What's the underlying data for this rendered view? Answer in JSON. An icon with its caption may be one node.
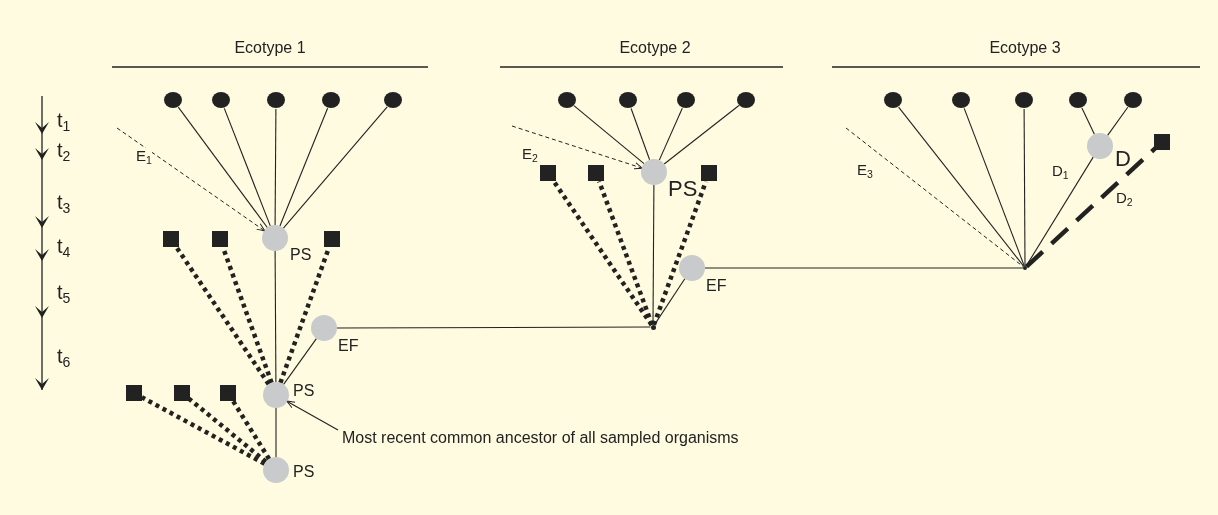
{
  "diagram": {
    "nodes": [
      {
        "text": [],
        "shape": "circle"
      },
      {
        "text": [],
        "shape": "circle"
      },
      {
        "text": [],
        "shape": "circle"
      },
      {
        "text": [],
        "shape": "circle"
      },
      {
        "text": [],
        "shape": "circle"
      },
      {
        "text": [],
        "shape": "circle"
      },
      {
        "text": [],
        "shape": "circle"
      },
      {
        "text": [],
        "shape": "circle"
      },
      {
        "text": [],
        "shape": "circle"
      },
      {
        "text": [],
        "shape": "circle"
      },
      {
        "text": [],
        "shape": "circle"
      },
      {
        "text": [],
        "shape": "circle"
      },
      {
        "text": [],
        "shape": "circle"
      },
      {
        "text": [],
        "shape": "circle"
      },
      {
        "text": [
          "D"
        ]
      },
      {
        "text": [],
        "shape": "box"
      },
      {
        "text": [
          "PS"
        ]
      },
      {
        "text": [],
        "shape": "box"
      },
      {
        "text": [],
        "shape": "box"
      },
      {
        "text": [],
        "shape": "box"
      },
      {
        "text": [
          "PS"
        ]
      },
      {
        "text": [],
        "shape": "box"
      },
      {
        "text": [],
        "shape": "box"
      },
      {
        "text": [],
        "shape": "box"
      },
      {
        "text": [
          "EF"
        ]
      },
      {
        "text": [],
        "shape": "dot"
      },
      {
        "text": [
          "EF"
        ]
      },
      {
        "text": [],
        "shape": "dot"
      },
      {
        "text": [
          "PS"
        ]
      },
      {
        "text": [],
        "shape": "box"
      },
      {
        "text": [],
        "shape": "box"
      },
      {
        "text": [],
        "shape": "box"
      },
      {
        "text": [
          "PS"
        ]
      },
      {
        "text": [
          "Most recent common ancestor of all sampled organisms"
        ]
      }
    ],
    "edges": [
      {
        "from": 20,
        "to": 0,
        "arrow": "none"
      },
      {
        "from": 20,
        "to": 1,
        "arrow": "none"
      },
      {
        "from": 20,
        "to": 2,
        "arrow": "none"
      },
      {
        "from": 20,
        "to": 3,
        "arrow": "none"
      },
      {
        "from": 20,
        "to": 4,
        "arrow": "none"
      },
      {
        "from": null,
        "to": 20,
        "arrow": "to",
        "style": "dashed",
        "label": "E$_{1}$"
      },
      {
        "from": 28,
        "to": 20,
        "arrow": "none"
      },
      {
        "from": 28,
        "to": 21,
        "arrow": "none",
        "style": "dashed"
      },
      {
        "from": 28,
        "to": 22,
        "arrow": "none",
        "style": "dashed"
      },
      {
        "from": 28,
        "to": 23,
        "arrow": "none",
        "style": "dashed"
      },
      {
        "from": 28,
        "to": 26,
        "arrow": "none"
      },
      {
        "from": 26,
        "to": 27,
        "arrow": "none"
      },
      {
        "from": 32,
        "to": 28,
        "arrow": "none"
      },
      {
        "from": 32,
        "to": 29,
        "arrow": "none",
        "style": "dashed"
      },
      {
        "from": 32,
        "to": 30,
        "arrow": "none",
        "style": "dashed"
      },
      {
        "from": 32,
        "to": 31,
        "arrow": "none",
        "style": "dashed"
      },
      {
        "from": 16,
        "to": 5,
        "arrow": "none"
      },
      {
        "from": 16,
        "to": 6,
        "arrow": "none"
      },
      {
        "from": 16,
        "to": 7,
        "arrow": "none"
      },
      {
        "from": 16,
        "to": 8,
        "arrow": "none"
      },
      {
        "from": null,
        "to": 16,
        "arrow": "to",
        "style": "dashed",
        "label": "E$_{2}$"
      },
      {
        "from": 27,
        "to": 16,
        "arrow": "none"
      },
      {
        "from": 27,
        "to": 17,
        "arrow": "none",
        "style": "dashed"
      },
      {
        "from": 27,
        "to": 18,
        "arrow": "none",
        "style": "dashed"
      },
      {
        "from": 27,
        "to": 19,
        "arrow": "none",
        "style": "dashed"
      },
      {
        "from": 27,
        "to": 24,
        "arrow": "none"
      },
      {
        "from": 24,
        "to": 25,
        "arrow": "none"
      },
      {
        "from": 25,
        "to": 9,
        "arrow": "none"
      },
      {
        "from": 25,
        "to": 10,
        "arrow": "none"
      },
      {
        "from": 25,
        "to": 11,
        "arrow": "none"
      },
      {
        "from": 25,
        "to": 14,
        "arrow": "none",
        "label": "D$_{1}$"
      },
      {
        "from": 14,
        "to": 13,
        "arrow": "none"
      },
      {
        "from": 14,
        "to": 12,
        "arrow": "none"
      },
      {
        "from": 25,
        "to": 15,
        "arrow": "none",
        "style": "dashed",
        "label": "D$_{2}$"
      },
      {
        "from": null,
        "to": 25,
        "arrow": "none",
        "style": "dashed",
        "label": "E$_{3}$"
      },
      {
        "from": 33,
        "to": 28,
        "arrow": "to"
      }
    ],
    "labels": [
      "Ecotype 1",
      "Ecotype 2",
      "Ecotype 3",
      "t$_{1}$",
      "t$_{2}$",
      "t$_{3}$",
      "t$_{4}$",
      "t$_{5}$",
      "t$_{6}$"
    ]
  }
}
